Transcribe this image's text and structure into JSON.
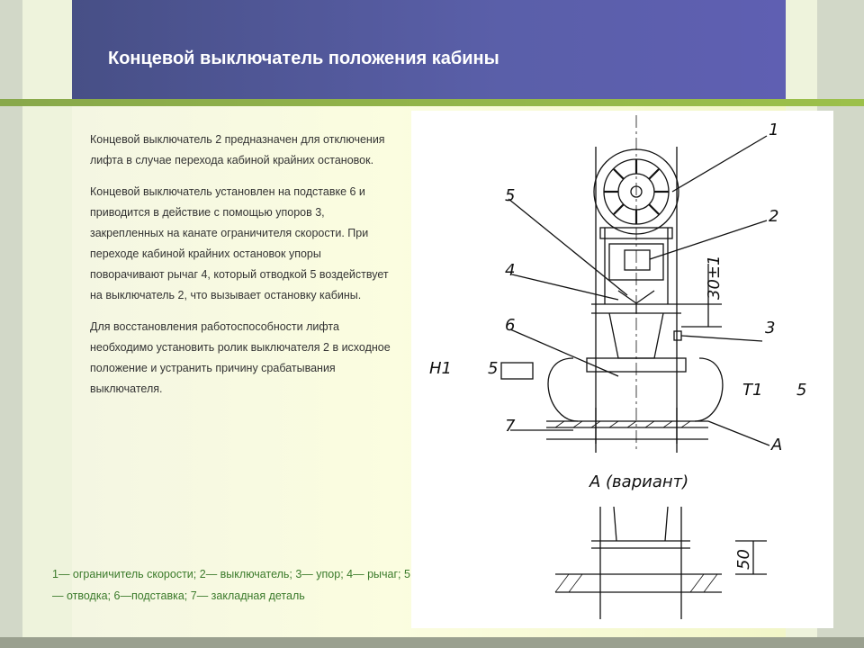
{
  "slide": {
    "title": "Концевой выключатель положения кабины",
    "paragraphs": [
      "Концевой выключатель 2 предназначен для отключения лифта в случае перехода кабиной крайних остановок.",
      "Концевой выключатель установлен на подставке 6 и приводится в действие с помощью упоров 3, закрепленных на канате ограничителя скорости. При переходе кабиной крайних остановок упоры поворачивают рычаг 4, который отводкой 5 воздействует на выключатель 2, что вызывает остановку кабины.",
      "Для восстановления работоспособности лифта необходимо установить ролик выключателя 2 в исходное положение и устранить причину срабатывания выключателя."
    ],
    "legend": "1— ограничитель скорости; 2— выключатель; 3— упор; 4— рычаг; 5— отводка; 6—подставка; 7— закладная деталь"
  },
  "drawing": {
    "callouts": [
      "1",
      "2",
      "3",
      "4",
      "5",
      "6",
      "7",
      "A"
    ],
    "label_h1": "H1",
    "label_t1": "T1",
    "roughness_value": "5",
    "dim_30": "30±1",
    "dim_50": "50",
    "view_caption": "А (вариант)"
  }
}
